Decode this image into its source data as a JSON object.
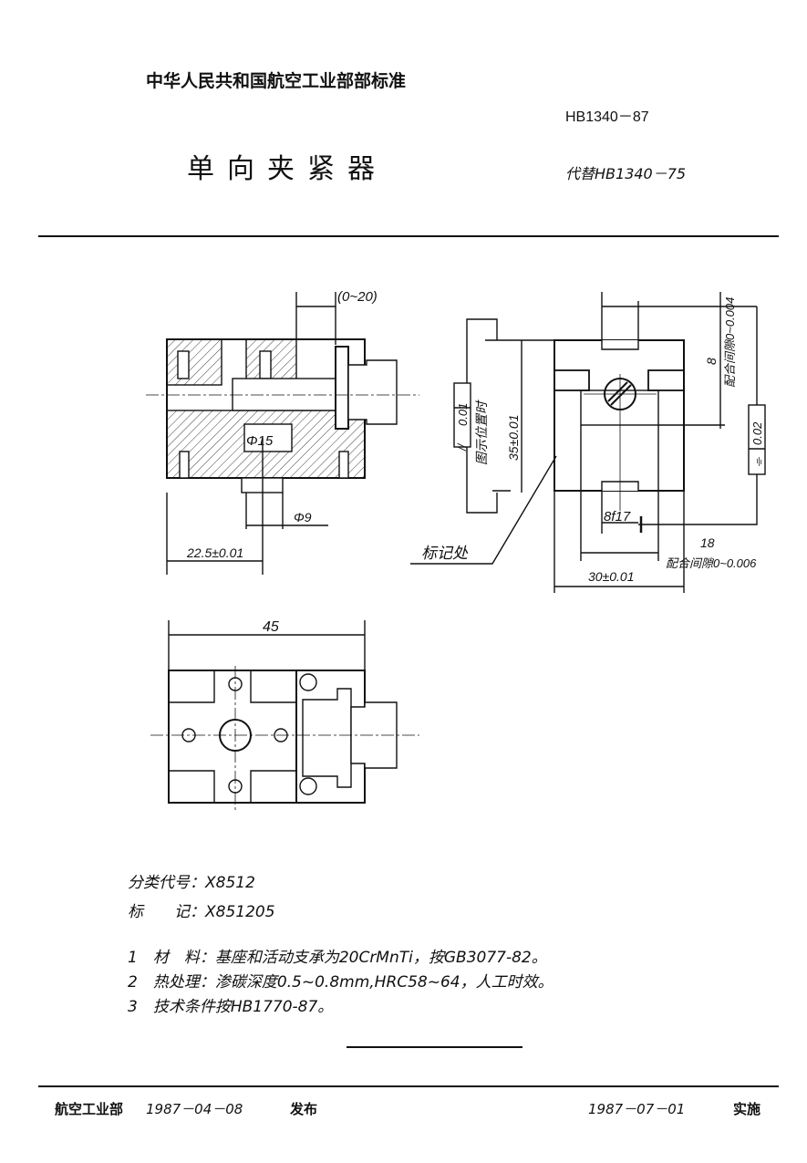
{
  "header": {
    "organization": "中华人民共和国航空工业部部标准",
    "standard_code": "HB1340－87",
    "title": "单向夹紧器",
    "replaces": "代替HB1340－75"
  },
  "drawing": {
    "front_section": {
      "stroke_range": "(0~20)",
      "bore_diameter": "Φ15",
      "hole_diameter": "Φ9",
      "offset": "22.5±0.01",
      "mark_location": "标记处"
    },
    "side_view": {
      "parallelism_symbol": "//",
      "parallelism_tolerance": "0.01",
      "position_note": "图示位置时",
      "height": "35±0.01",
      "slot_width_top": "8",
      "fit_clearance_top": "配合间隙0~0.004",
      "symmetry_symbol": "⌯",
      "symmetry_tolerance": "0.02",
      "slot_fit": "8f17",
      "slot_width_bottom": "18",
      "fit_clearance_bottom": "配合间隙0~0.006",
      "width": "30±0.01"
    },
    "top_view": {
      "length": "45"
    }
  },
  "classification": {
    "code_label": "分类代号：",
    "code_value": "X8512",
    "mark_label": "标　　记：",
    "mark_value": "X851205"
  },
  "notes": [
    "1　材　料：基座和活动支承为20CrMnTi，按GB3077-82。",
    "2　热处理：渗碳深度0.5~0.8mm,HRC58~64，人工时效。",
    "3　技术条件按HB1770-87。"
  ],
  "footer": {
    "issuer": "航空工业部",
    "issue_date": "1987－04－08",
    "issue_label": "发布",
    "effective_date": "1987－07－01",
    "effective_label": "实施"
  }
}
